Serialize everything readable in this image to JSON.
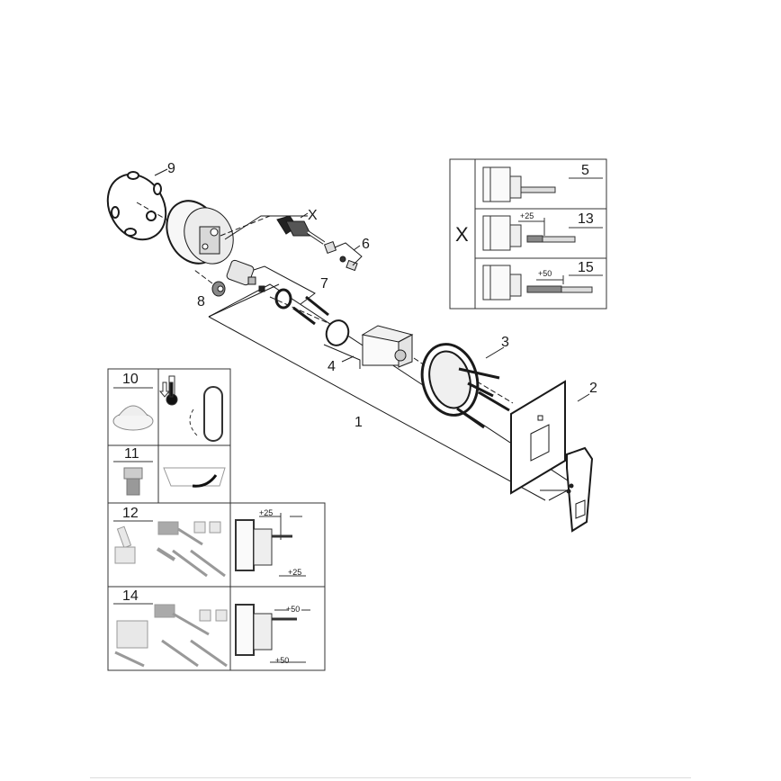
{
  "diagram": {
    "type": "exploded-parts-diagram",
    "colors": {
      "line": "#1a1a1a",
      "part_fill": "#f2f2f2",
      "part_shade": "#bdbdbd",
      "accessory_gray": "#9a9a9a",
      "border": "#333333"
    },
    "main_callouts": [
      {
        "id": "1",
        "label": "1"
      },
      {
        "id": "2",
        "label": "2"
      },
      {
        "id": "3",
        "label": "3"
      },
      {
        "id": "4",
        "label": "4"
      },
      {
        "id": "6",
        "label": "6"
      },
      {
        "id": "7",
        "label": "7"
      },
      {
        "id": "8",
        "label": "8"
      },
      {
        "id": "9",
        "label": "9"
      },
      {
        "id": "X",
        "label": "X"
      }
    ],
    "x_panel": {
      "title": "X",
      "rows": [
        {
          "part": "5",
          "extension": ""
        },
        {
          "part": "13",
          "extension": "+25"
        },
        {
          "part": "15",
          "extension": "+50"
        }
      ]
    },
    "accessory_panel": {
      "rows": [
        {
          "part": "10",
          "desc_icon": "thermometer-lever-icon"
        },
        {
          "part": "11",
          "desc_icon": "bathtub-icon"
        },
        {
          "part": "12",
          "extension_top": "+25",
          "extension_bottom": "+25"
        },
        {
          "part": "14",
          "extension_top": "+50",
          "extension_bottom": "+50"
        }
      ]
    }
  }
}
